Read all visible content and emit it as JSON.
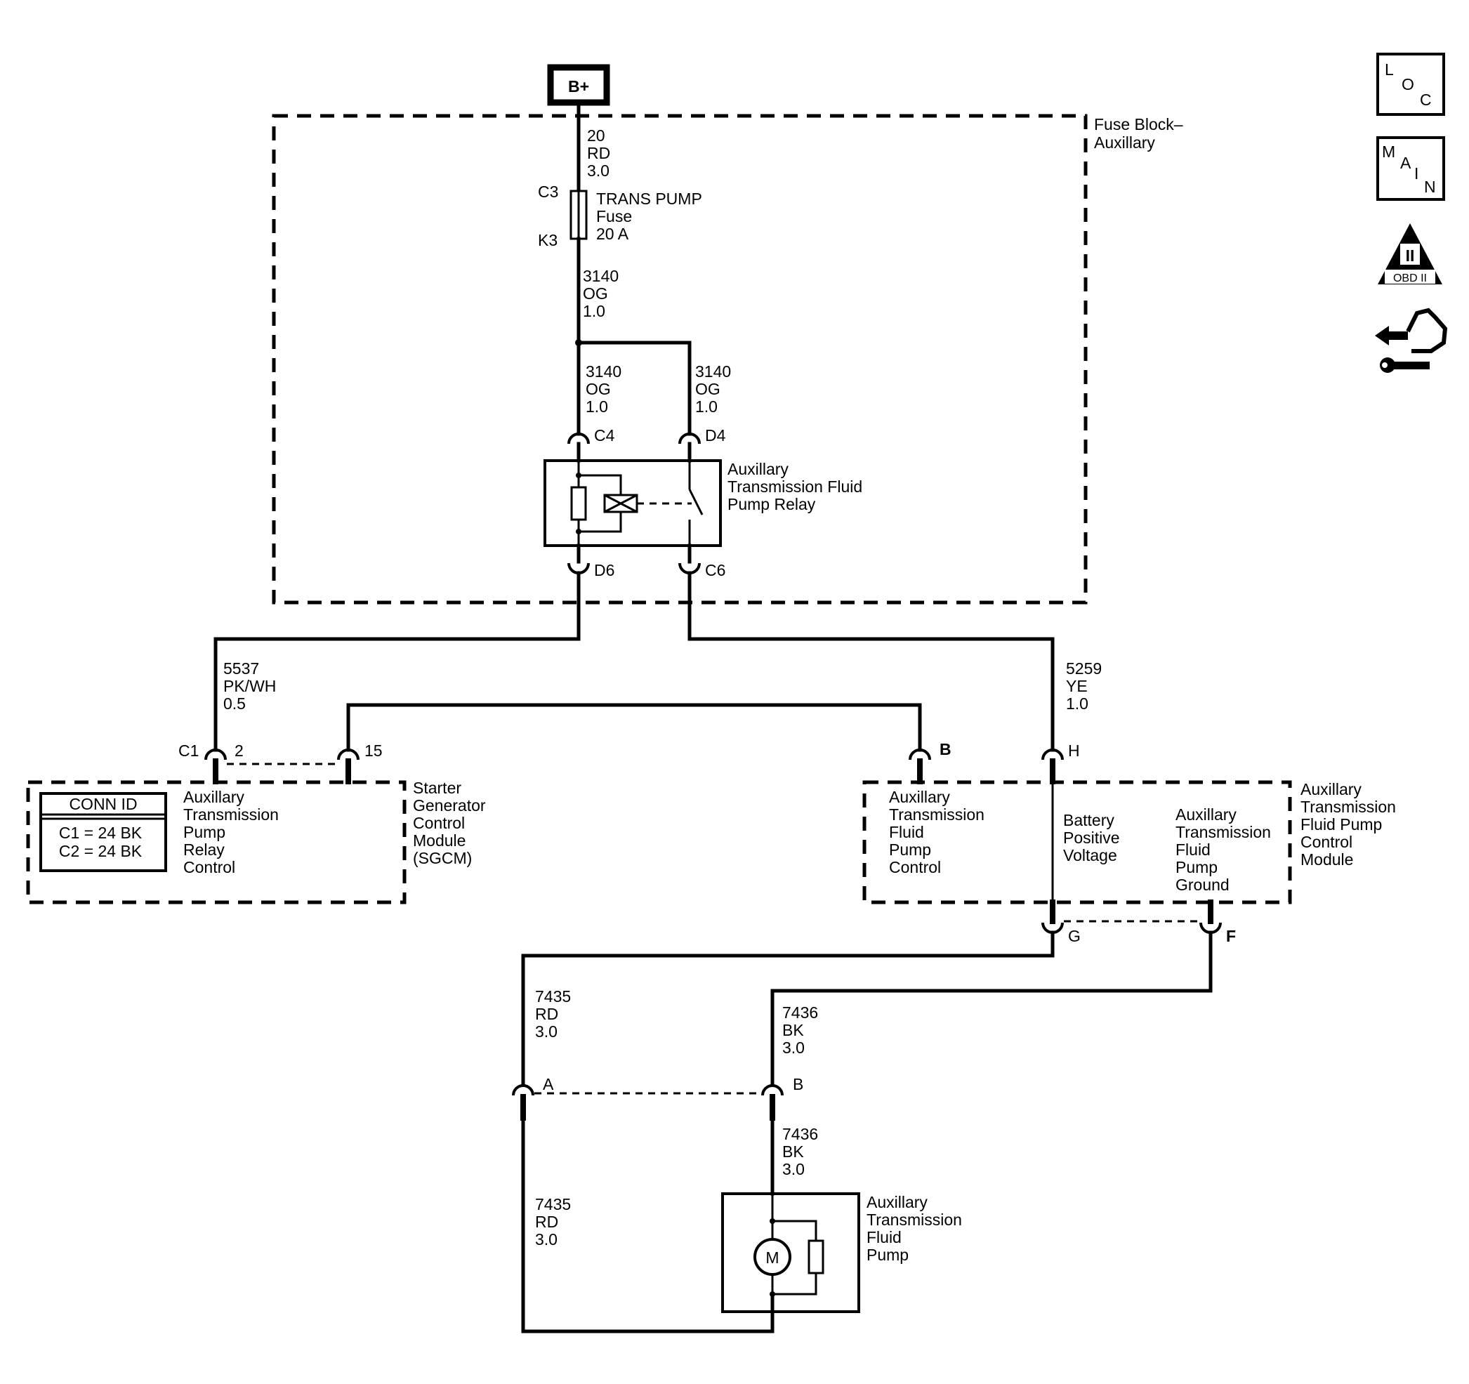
{
  "power": {
    "label": "B+"
  },
  "fuse_block": {
    "label_line1": "Fuse Block–",
    "label_line2": "Auxillary",
    "feed_wire": {
      "circuit": "20",
      "color": "RD",
      "gauge": "3.0"
    },
    "fuse": {
      "name_line1": "TRANS PUMP",
      "name_line2": "Fuse",
      "rating": "20 A",
      "pin_in": "C3",
      "pin_out": "K3"
    },
    "fuse_out_wire": {
      "circuit": "3140",
      "color": "OG",
      "gauge": "1.0"
    },
    "relay_coil_wire": {
      "circuit": "3140",
      "color": "OG",
      "gauge": "1.0"
    },
    "relay_switch_wire": {
      "circuit": "3140",
      "color": "OG",
      "gauge": "1.0"
    }
  },
  "relay": {
    "label_line1": "Auxillary",
    "label_line2": "Transmission Fluid",
    "label_line3": "Pump Relay",
    "pins": {
      "coil_in": "C4",
      "switch_in": "D4",
      "coil_out": "D6",
      "switch_out": "C6"
    }
  },
  "wire_5537": {
    "circuit": "5537",
    "color": "PK/WH",
    "gauge": "0.5"
  },
  "wire_5259": {
    "circuit": "5259",
    "color": "YE",
    "gauge": "1.0"
  },
  "sgcm": {
    "label_line1": "Starter",
    "label_line2": "Generator",
    "label_line3": "Control",
    "label_line4": "Module",
    "label_line5": "(SGCM)",
    "function_line1": "Auxillary",
    "function_line2": "Transmission",
    "function_line3": "Pump",
    "function_line4": "Relay",
    "function_line5": "Control",
    "pins": {
      "c1": "C1",
      "p2": "2",
      "p15": "15"
    },
    "conn_id": {
      "title": "CONN ID",
      "row1": "C1 = 24 BK",
      "row2": "C2 = 24 BK"
    }
  },
  "pump_module": {
    "label_line1": "Auxillary",
    "label_line2": "Transmission",
    "label_line3": "Fluid Pump",
    "label_line4": "Control",
    "label_line5": "Module",
    "control_line1": "Auxillary",
    "control_line2": "Transmission",
    "control_line3": "Fluid",
    "control_line4": "Pump",
    "control_line5": "Control",
    "battery_line1": "Battery",
    "battery_line2": "Positive",
    "battery_line3": "Voltage",
    "ground_line1": "Auxillary",
    "ground_line2": "Transmission",
    "ground_line3": "Fluid",
    "ground_line4": "Pump",
    "ground_line5": "Ground",
    "pins": {
      "b": "B",
      "h": "H",
      "g": "G",
      "f": "F"
    }
  },
  "wire_7435_upper": {
    "circuit": "7435",
    "color": "RD",
    "gauge": "3.0"
  },
  "wire_7436_upper": {
    "circuit": "7436",
    "color": "BK",
    "gauge": "3.0"
  },
  "wire_7436_lower": {
    "circuit": "7436",
    "color": "BK",
    "gauge": "3.0"
  },
  "wire_7435_lower": {
    "circuit": "7435",
    "color": "RD",
    "gauge": "3.0"
  },
  "pump": {
    "label_line1": "Auxillary",
    "label_line2": "Transmission",
    "label_line3": "Fluid",
    "label_line4": "Pump",
    "motor_symbol": "M",
    "pins": {
      "a": "A",
      "b": "B"
    }
  },
  "nav": {
    "loc": {
      "l": "L",
      "o": "O",
      "c": "C"
    },
    "main": {
      "m": "M",
      "a": "A",
      "i": "I",
      "n": "N"
    },
    "obd": {
      "roman": "II",
      "label": "OBD II"
    },
    "service_icon": "hand-wrench-icon"
  }
}
